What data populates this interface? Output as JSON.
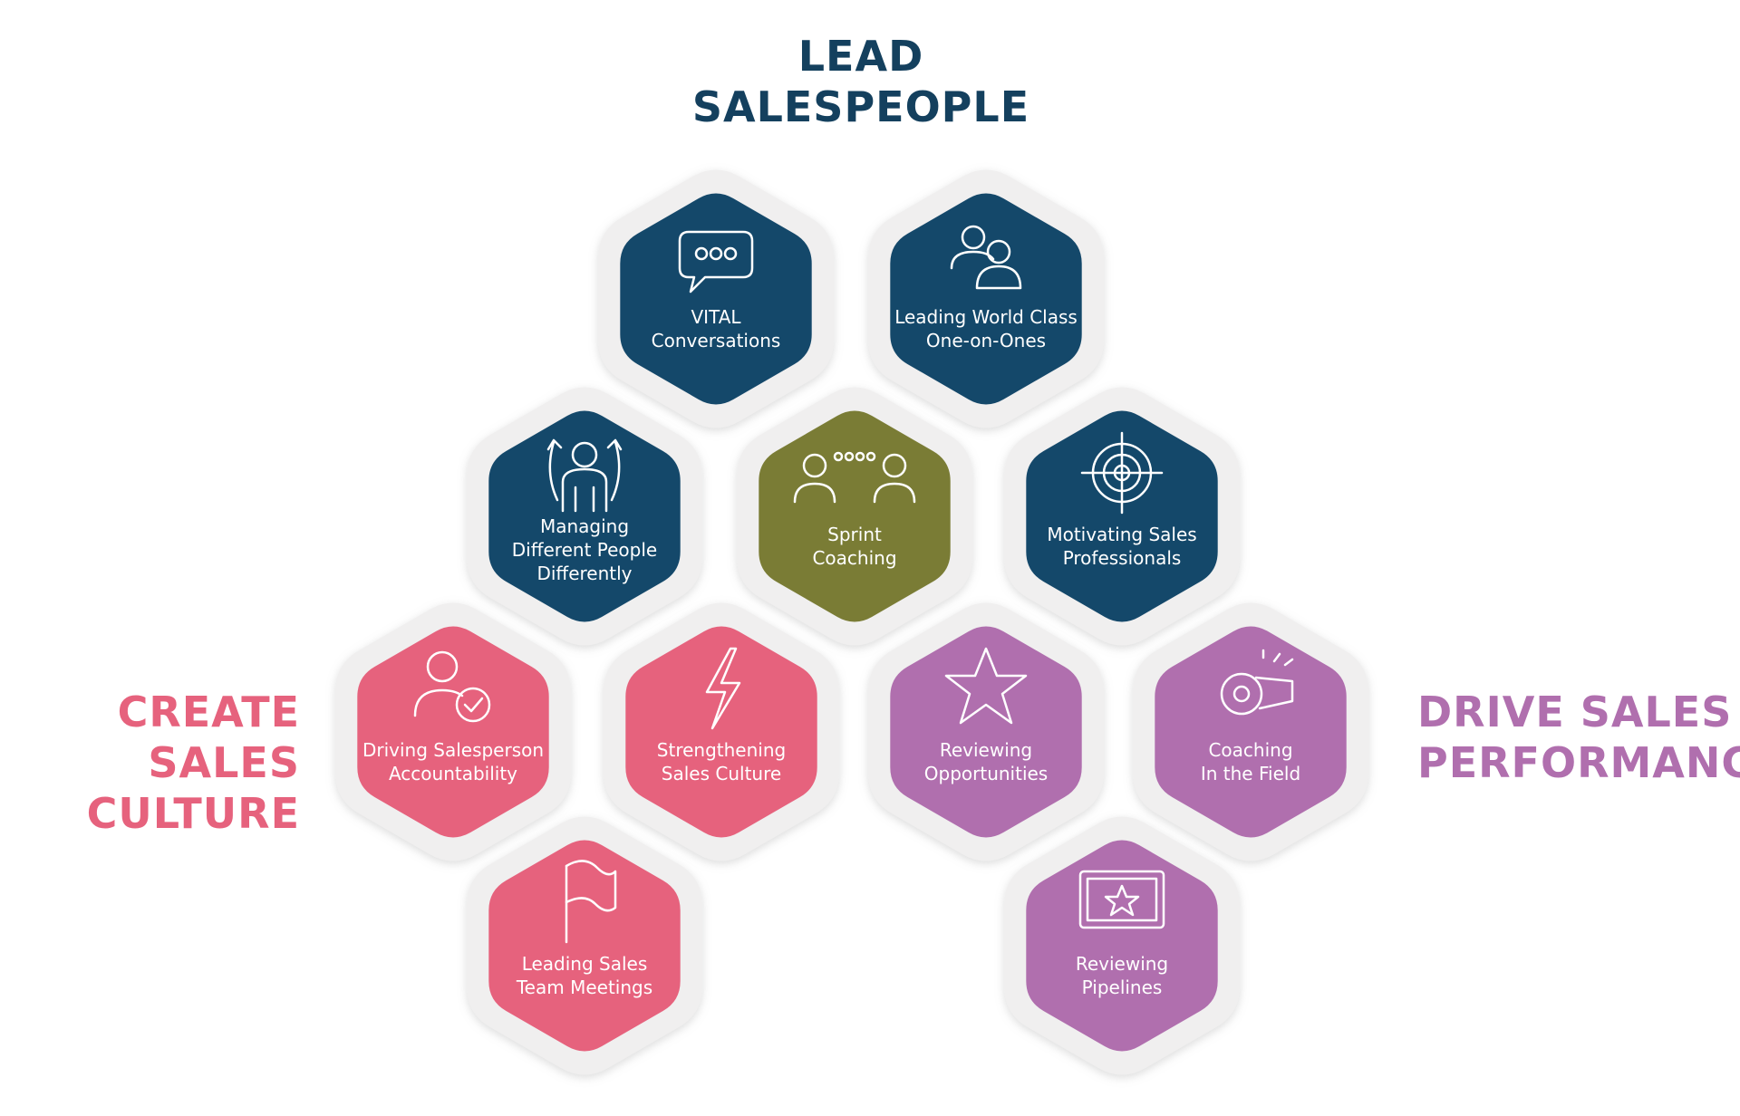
{
  "headings": {
    "lead": [
      "LEAD",
      "SALESPEOPLE"
    ],
    "culture": [
      "CREATE SALES",
      "CULTURE"
    ],
    "performance": [
      "DRIVE SALES",
      "PERFORMANCE"
    ]
  },
  "colors": {
    "lead": "#14486a",
    "culture": "#e6627d",
    "performance": "#b06fae",
    "sprint": "#7a7c35",
    "backing": "#f0efef"
  },
  "hexes": [
    {
      "id": "vital-conversations",
      "group": "lead",
      "icon": "chat-bubble-icon",
      "label": [
        "VITAL",
        "Conversations"
      ]
    },
    {
      "id": "world-class-one-on-ones",
      "group": "lead",
      "icon": "two-people-icon",
      "label": [
        "Leading World Class",
        "One-on-Ones"
      ]
    },
    {
      "id": "managing-different-people",
      "group": "lead",
      "icon": "person-arrows-icon",
      "label": [
        "Managing",
        "Different People",
        "Differently"
      ]
    },
    {
      "id": "sprint-coaching",
      "group": "sprint",
      "icon": "people-conversation-icon",
      "label": [
        "Sprint",
        "Coaching"
      ]
    },
    {
      "id": "motivating-sales-professionals",
      "group": "lead",
      "icon": "target-icon",
      "label": [
        "Motivating Sales",
        "Professionals"
      ]
    },
    {
      "id": "driving-salesperson-accountability",
      "group": "culture",
      "icon": "person-check-icon",
      "label": [
        "Driving Salesperson",
        "Accountability"
      ]
    },
    {
      "id": "strengthening-sales-culture",
      "group": "culture",
      "icon": "lightning-icon",
      "label": [
        "Strengthening",
        "Sales Culture"
      ]
    },
    {
      "id": "reviewing-opportunities",
      "group": "performance",
      "icon": "star-icon",
      "label": [
        "Reviewing",
        "Opportunities"
      ]
    },
    {
      "id": "coaching-in-the-field",
      "group": "performance",
      "icon": "whistle-icon",
      "label": [
        "Coaching",
        "In the Field"
      ]
    },
    {
      "id": "leading-sales-team-meetings",
      "group": "culture",
      "icon": "flag-icon",
      "label": [
        "Leading Sales",
        "Team Meetings"
      ]
    },
    {
      "id": "reviewing-pipelines",
      "group": "performance",
      "icon": "screen-star-icon",
      "label": [
        "Reviewing",
        "Pipelines"
      ]
    }
  ]
}
